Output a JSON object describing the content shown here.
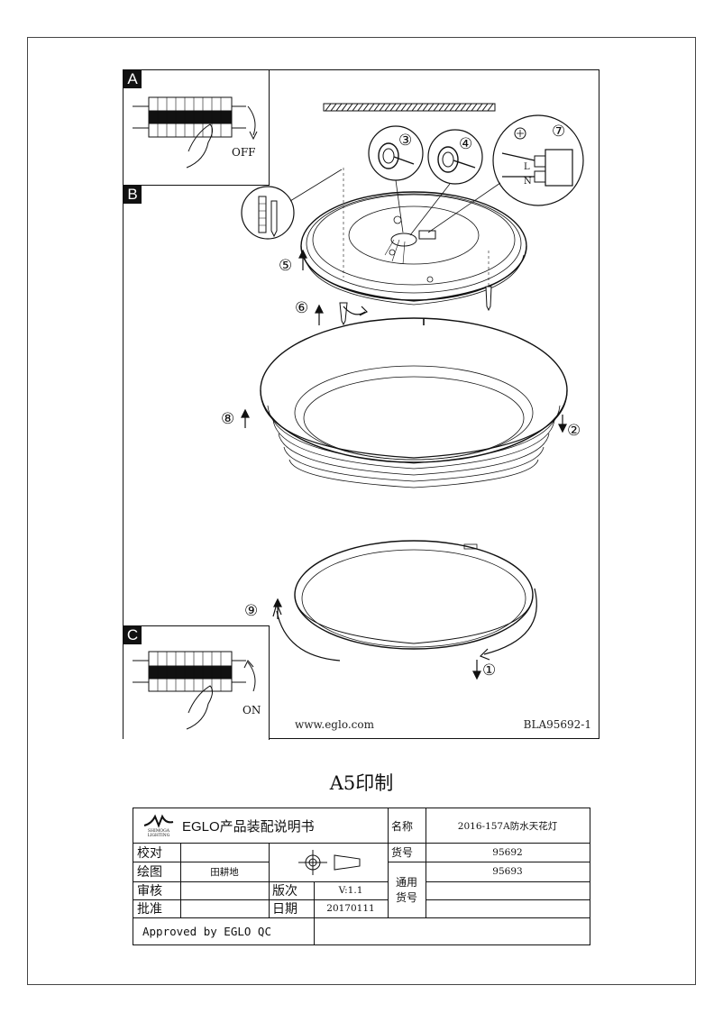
{
  "panel": {
    "labels": {
      "a": "A",
      "b": "B",
      "c": "C"
    },
    "switch_off": "OFF",
    "switch_on": "ON",
    "steps": {
      "s1": "①",
      "s2": "②",
      "s3": "③",
      "s4": "④",
      "s5": "⑤",
      "s6": "⑥",
      "s7": "⑦",
      "s8": "⑧",
      "s9": "⑨"
    },
    "wire_labels": {
      "n": "N",
      "l": "L"
    },
    "website": "www.eglo.com",
    "doc_code": "BLA95692-1"
  },
  "print_title": "A5印制",
  "titleblock": {
    "logo_text": "EGLO产品装配说明书",
    "logo_mark_lines": [
      "SHIMOGA",
      "LIGHTING"
    ],
    "name_label": "名称",
    "name_value": "2016-157A防水天花灯",
    "check_label": "校对",
    "draw_label": "绘图",
    "draw_value": "田耕地",
    "review_label": "审核",
    "approve_label": "批准",
    "item_no_label": "货号",
    "item_no_1": "95692",
    "item_no_2": "95693",
    "common_label_1": "通用",
    "common_label_2": "货号",
    "version_label": "版次",
    "version_value": "V:1.1",
    "date_label": "日期",
    "date_value": "20170111",
    "approved_text": "Approved by EGLO QC"
  }
}
